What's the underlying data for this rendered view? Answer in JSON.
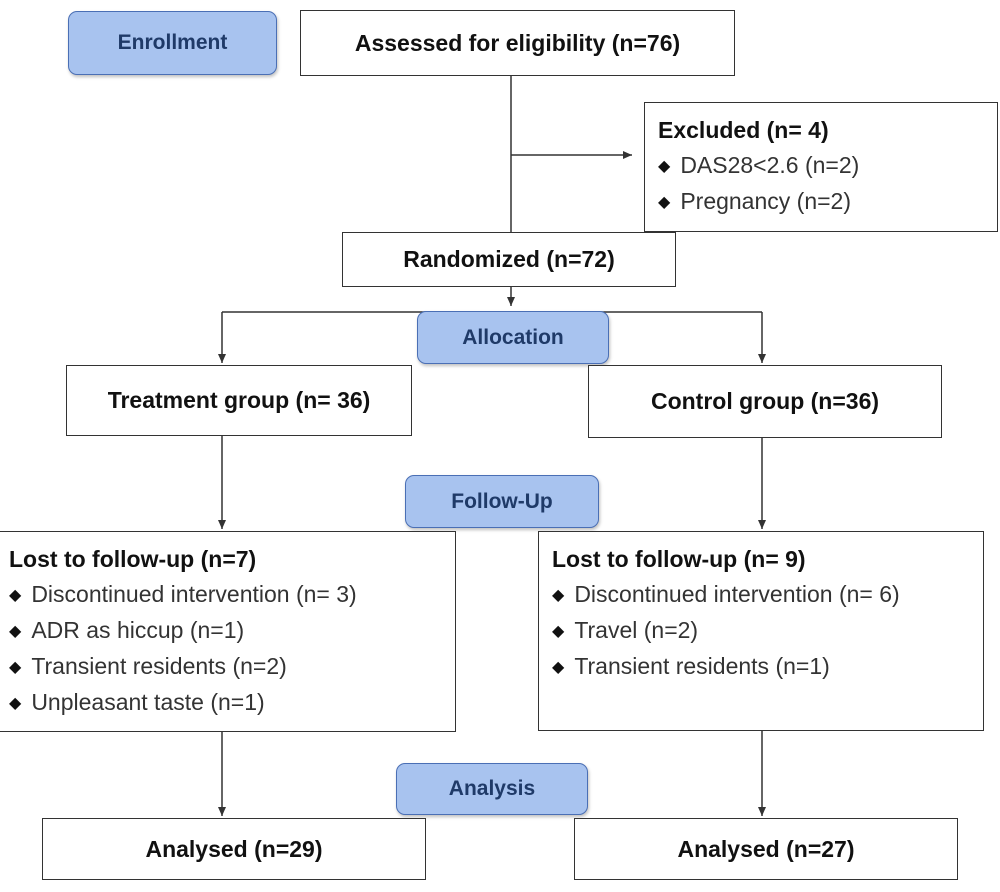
{
  "stages": {
    "enrollment": "Enrollment",
    "allocation": "Allocation",
    "follow_up": "Follow-Up",
    "analysis": "Analysis"
  },
  "assessed": "Assessed for eligibility (n=76)",
  "excluded": {
    "title": "Excluded (n= 4)",
    "items": [
      "DAS28<2.6 (n=2)",
      "Pregnancy (n=2)"
    ]
  },
  "randomized": "Randomized (n=72)",
  "treatment_group": "Treatment group (n= 36)",
  "control_group": "Control group (n=36)",
  "lost_treatment": {
    "title": "Lost to follow-up (n=7)",
    "items": [
      "Discontinued intervention (n= 3)",
      "ADR as hiccup (n=1)",
      "Transient residents (n=2)",
      "Unpleasant taste (n=1)"
    ]
  },
  "lost_control": {
    "title": "Lost to follow-up (n= 9)",
    "items": [
      "Discontinued intervention (n= 6)",
      "Travel (n=2)",
      "Transient residents (n=1)"
    ]
  },
  "analysed_treatment": "Analysed (n=29)",
  "analysed_control": "Analysed (n=27)",
  "colors": {
    "stage_fill": "#a8c3ef",
    "stage_border": "#4a6fb5",
    "stage_text": "#1f3a68",
    "line": "#333333"
  }
}
